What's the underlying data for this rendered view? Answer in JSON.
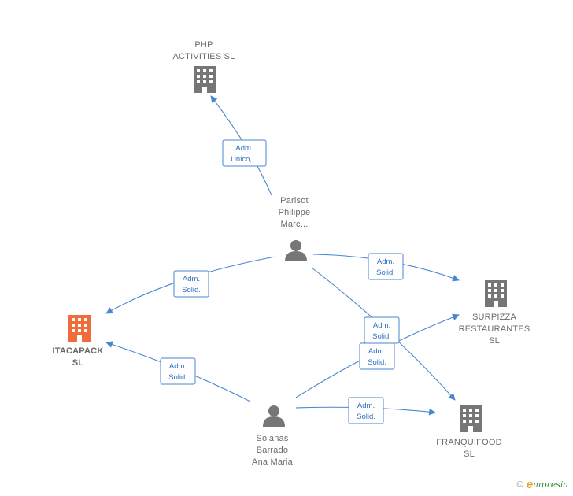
{
  "nodes": {
    "php": {
      "name_lines": [
        "PHP",
        "ACTIVITIES  SL"
      ],
      "type": "company",
      "focus": false
    },
    "parisot": {
      "name_lines": [
        "Parisot",
        "Philippe",
        "Marc..."
      ],
      "type": "person"
    },
    "itacapack": {
      "name_lines": [
        "ITACAPACK",
        "SL"
      ],
      "type": "company",
      "focus": true
    },
    "surpizza": {
      "name_lines": [
        "SURPIZZA",
        "RESTAURANTES",
        "SL"
      ],
      "type": "company",
      "focus": false
    },
    "franquifood": {
      "name_lines": [
        "FRANQUIFOOD",
        "SL"
      ],
      "type": "company",
      "focus": false
    },
    "solanas": {
      "name_lines": [
        "Solanas",
        "Barrado",
        "Ana Maria"
      ],
      "type": "person"
    }
  },
  "edges": [
    {
      "id": "e1",
      "from": "parisot",
      "to": "php",
      "label_lines": [
        "Adm.",
        "Unico,..."
      ]
    },
    {
      "id": "e2",
      "from": "parisot",
      "to": "itacapack",
      "label_lines": [
        "Adm.",
        "Solid."
      ]
    },
    {
      "id": "e3",
      "from": "parisot",
      "to": "surpizza",
      "label_lines": [
        "Adm.",
        "Solid."
      ]
    },
    {
      "id": "e4",
      "from": "parisot",
      "to": "franquifood",
      "label_lines": [
        "Adm.",
        "Solid."
      ]
    },
    {
      "id": "e5",
      "from": "solanas",
      "to": "itacapack",
      "label_lines": [
        "Adm.",
        "Solid."
      ]
    },
    {
      "id": "e6",
      "from": "solanas",
      "to": "surpizza",
      "label_lines": [
        "Adm.",
        "Solid."
      ]
    },
    {
      "id": "e7",
      "from": "solanas",
      "to": "franquifood",
      "label_lines": [
        "Adm.",
        "Solid."
      ]
    }
  ],
  "footer": {
    "copyright": "©",
    "brand_initial": "e",
    "brand_rest": "mpresia"
  },
  "colors": {
    "edge": "#4a86d0",
    "focus_company": "#f26b3a",
    "company": "#767676",
    "person": "#767676"
  },
  "icons": {
    "company": "building-icon",
    "person": "person-icon"
  }
}
